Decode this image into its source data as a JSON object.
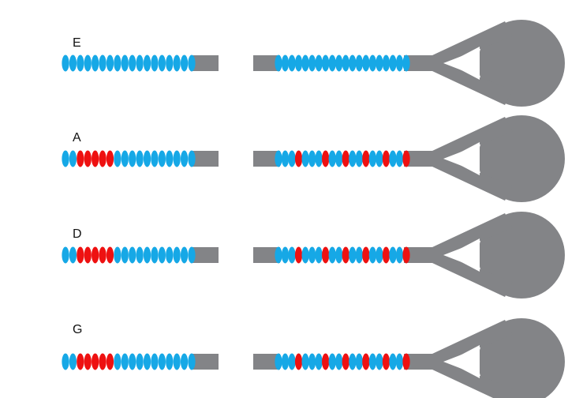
{
  "colors": {
    "bead_default": "#16a8e6",
    "bead_marked": "#ee1111",
    "rod": "#838487",
    "background": "#ffffff",
    "label": "#111111"
  },
  "left_strand": {
    "bead_count": 18
  },
  "right_strand": {
    "bead_count": 20
  },
  "rows": [
    {
      "label": "E",
      "left_marked": [],
      "right_marked": []
    },
    {
      "label": "A",
      "left_marked": [
        2,
        3,
        4,
        5,
        6
      ],
      "right_marked": [
        3,
        7,
        10,
        13,
        16,
        19
      ]
    },
    {
      "label": "D",
      "left_marked": [
        2,
        3,
        4,
        5,
        6
      ],
      "right_marked": [
        3,
        7,
        10,
        13,
        16,
        19
      ]
    },
    {
      "label": "G",
      "left_marked": [
        2,
        3,
        4,
        5,
        6
      ],
      "right_marked": [
        3,
        7,
        10,
        13,
        16,
        19
      ]
    }
  ]
}
